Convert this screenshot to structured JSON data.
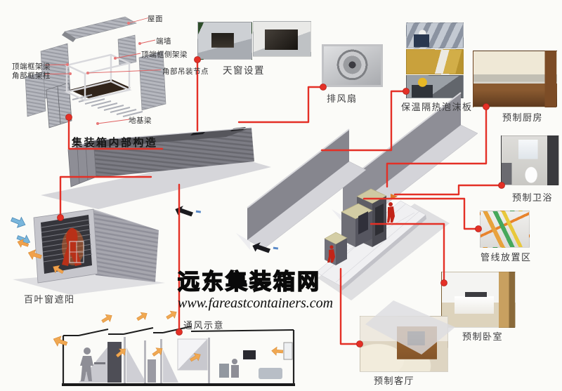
{
  "watermark": {
    "title": "远东集装箱网",
    "url": "www.fareastcontainers.com"
  },
  "diagram": {
    "exploded": {
      "title": "集装箱内部构造",
      "parts": {
        "roof": "屋面",
        "end_wall": "端墙",
        "top_side_frame_beam": "顶端框侧架梁",
        "top_frame_beam": "顶端框架梁",
        "corner_frame_column": "角部框架柱",
        "corner_lifting_node": "角部吊装节点",
        "foundation_beam": "地基梁"
      }
    },
    "callouts": {
      "skylight": "天窗设置",
      "exhaust_fan": "排风扇",
      "insulation_board": "保温隔热泡沫板",
      "prefab_kitchen": "预制厨房",
      "prefab_bathroom": "预制卫浴",
      "pipeline_zone": "管线放置区",
      "prefab_bedroom": "预制卧室",
      "prefab_living_room": "预制客厅",
      "ventilation": "通风示意",
      "louver_shading": "百叶窗遮阳"
    }
  },
  "colors": {
    "connector_red": "#e43026",
    "callout_pink": "#e87878",
    "airflow_orange": "#f0a14c",
    "airflow_blue": "#79b6dc",
    "background": "#fbfbf8"
  }
}
